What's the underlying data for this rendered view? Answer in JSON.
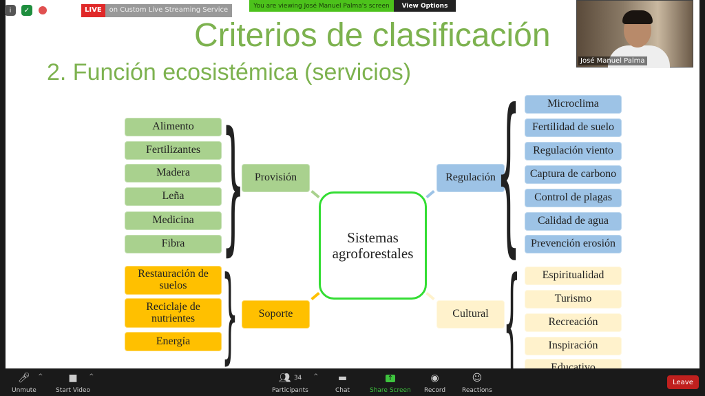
{
  "topbar": {
    "live": "LIVE",
    "streaming": "on Custom Live Streaming Service",
    "viewing": "You are viewing José Manuel Palma's screen",
    "view_options": "View Options"
  },
  "slide": {
    "title": "Criterios de clasificación",
    "subtitle": "2. Función ecosistémica (servicios)",
    "center": "Sistemas agroforestales",
    "provision": {
      "label": "Provisión",
      "items": [
        "Alimento",
        "Fertilizantes",
        "Madera",
        "Leña",
        "Medicina",
        "Fibra"
      ]
    },
    "regulacion": {
      "label": "Regulación",
      "items": [
        "Microclima",
        "Fertilidad de suelo",
        "Regulación viento",
        "Captura de carbono",
        "Control de plagas",
        "Calidad de agua",
        "Prevención erosión"
      ]
    },
    "soporte": {
      "label": "Soporte",
      "items": [
        "Restauración de suelos",
        "Reciclaje de nutrientes",
        "Energía"
      ]
    },
    "cultural": {
      "label": "Cultural",
      "items": [
        "Espiritualidad",
        "Turismo",
        "Recreación",
        "Inspiración",
        "Educativo"
      ]
    },
    "colors": {
      "title": "#7db24f",
      "provision": "#a9d18e",
      "regulacion": "#9dc3e6",
      "soporte": "#ffc000",
      "cultural": "#fff2cc",
      "center_border": "#33dd33"
    }
  },
  "webcam": {
    "name": "José Manuel Palma"
  },
  "toolbar": {
    "unmute": "Unmute",
    "start_video": "Start Video",
    "participants": "Participants",
    "participants_count": "34",
    "chat": "Chat",
    "share_screen": "Share Screen",
    "record": "Record",
    "reactions": "Reactions",
    "leave": "Leave"
  }
}
